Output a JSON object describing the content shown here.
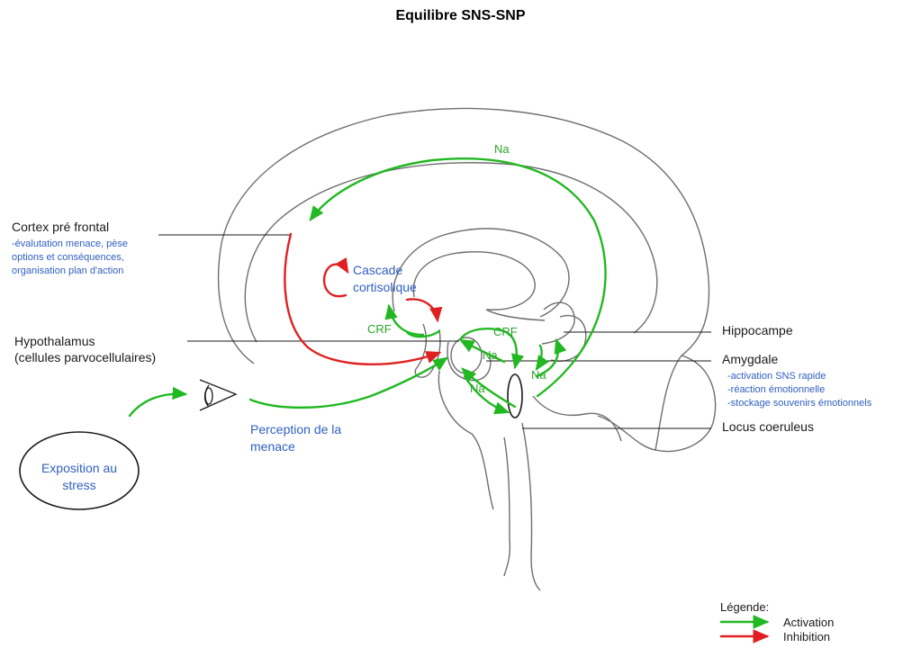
{
  "title": "Equilibre SNS-SNP",
  "labels": {
    "cortex": "Cortex pré frontal",
    "cortex_notes": [
      "-évalutation menace, pèse",
      "options et conséquences,",
      "organisation plan d'action"
    ],
    "cascade": [
      "Cascade",
      "cortisolique"
    ],
    "hypothalamus": [
      "Hypothalamus",
      "(cellules parvocellulaires)"
    ],
    "hippocampe": "Hippocampe",
    "amygdale": "Amygdale",
    "amygdale_notes": [
      "-activation SNS rapide",
      "-réaction émotionnelle",
      "-stockage souvenirs émotionnels"
    ],
    "locus": "Locus coeruleus",
    "perception": [
      "Perception de la",
      "menace"
    ],
    "exposition": [
      "Exposition au",
      "stress"
    ],
    "crf_left": "CRF",
    "crf_right": "CRF",
    "na_top": "Na",
    "na_1": "Na",
    "na_2": "Na",
    "na_3": "Na"
  },
  "legend": {
    "title": "Légende:",
    "activation": "Activation",
    "inhibition": "Inhibition"
  },
  "colors": {
    "activation": "#22b822",
    "inhibition": "#e02020",
    "text_blue": "#2f5fbf",
    "outline": "#6e6e6e"
  }
}
